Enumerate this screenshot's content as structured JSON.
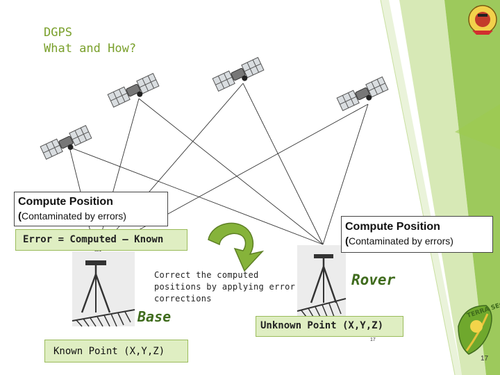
{
  "slide": {
    "title_line1": "DGPS",
    "title_line2": "What and How?",
    "page_number": "17",
    "small_page_number": "17"
  },
  "base_station": {
    "compute_title": "Compute Position",
    "compute_note_paren_open": "(",
    "compute_note": "Contaminated by errors)",
    "error_formula": "Error = Computed – Known",
    "label": "Base",
    "known_point": "Known Point (X,Y,Z)"
  },
  "rover": {
    "compute_title": "Compute Position",
    "compute_note_paren_open": "(",
    "compute_note": "Contaminated by errors)",
    "label": "Rover",
    "unknown_point": "Unknown Point (X,Y,Z)"
  },
  "correction": {
    "text_line1": "Correct the computed",
    "text_line2": "positions by applying error",
    "text_line3": "corrections"
  },
  "logo": {
    "text": "TERRA SEGURA"
  },
  "colors": {
    "title": "#7aa02c",
    "accent_green": "#8cbf3f",
    "label_box_fill": "#dfeec2",
    "arrow_fill": "#86b33a",
    "label_text": "#3f6b1d"
  },
  "icons": [
    "satellite-icon",
    "tripod-base-icon",
    "tripod-rover-icon",
    "curved-arrow-icon",
    "emblem-icon",
    "terra-segura-logo-icon"
  ]
}
